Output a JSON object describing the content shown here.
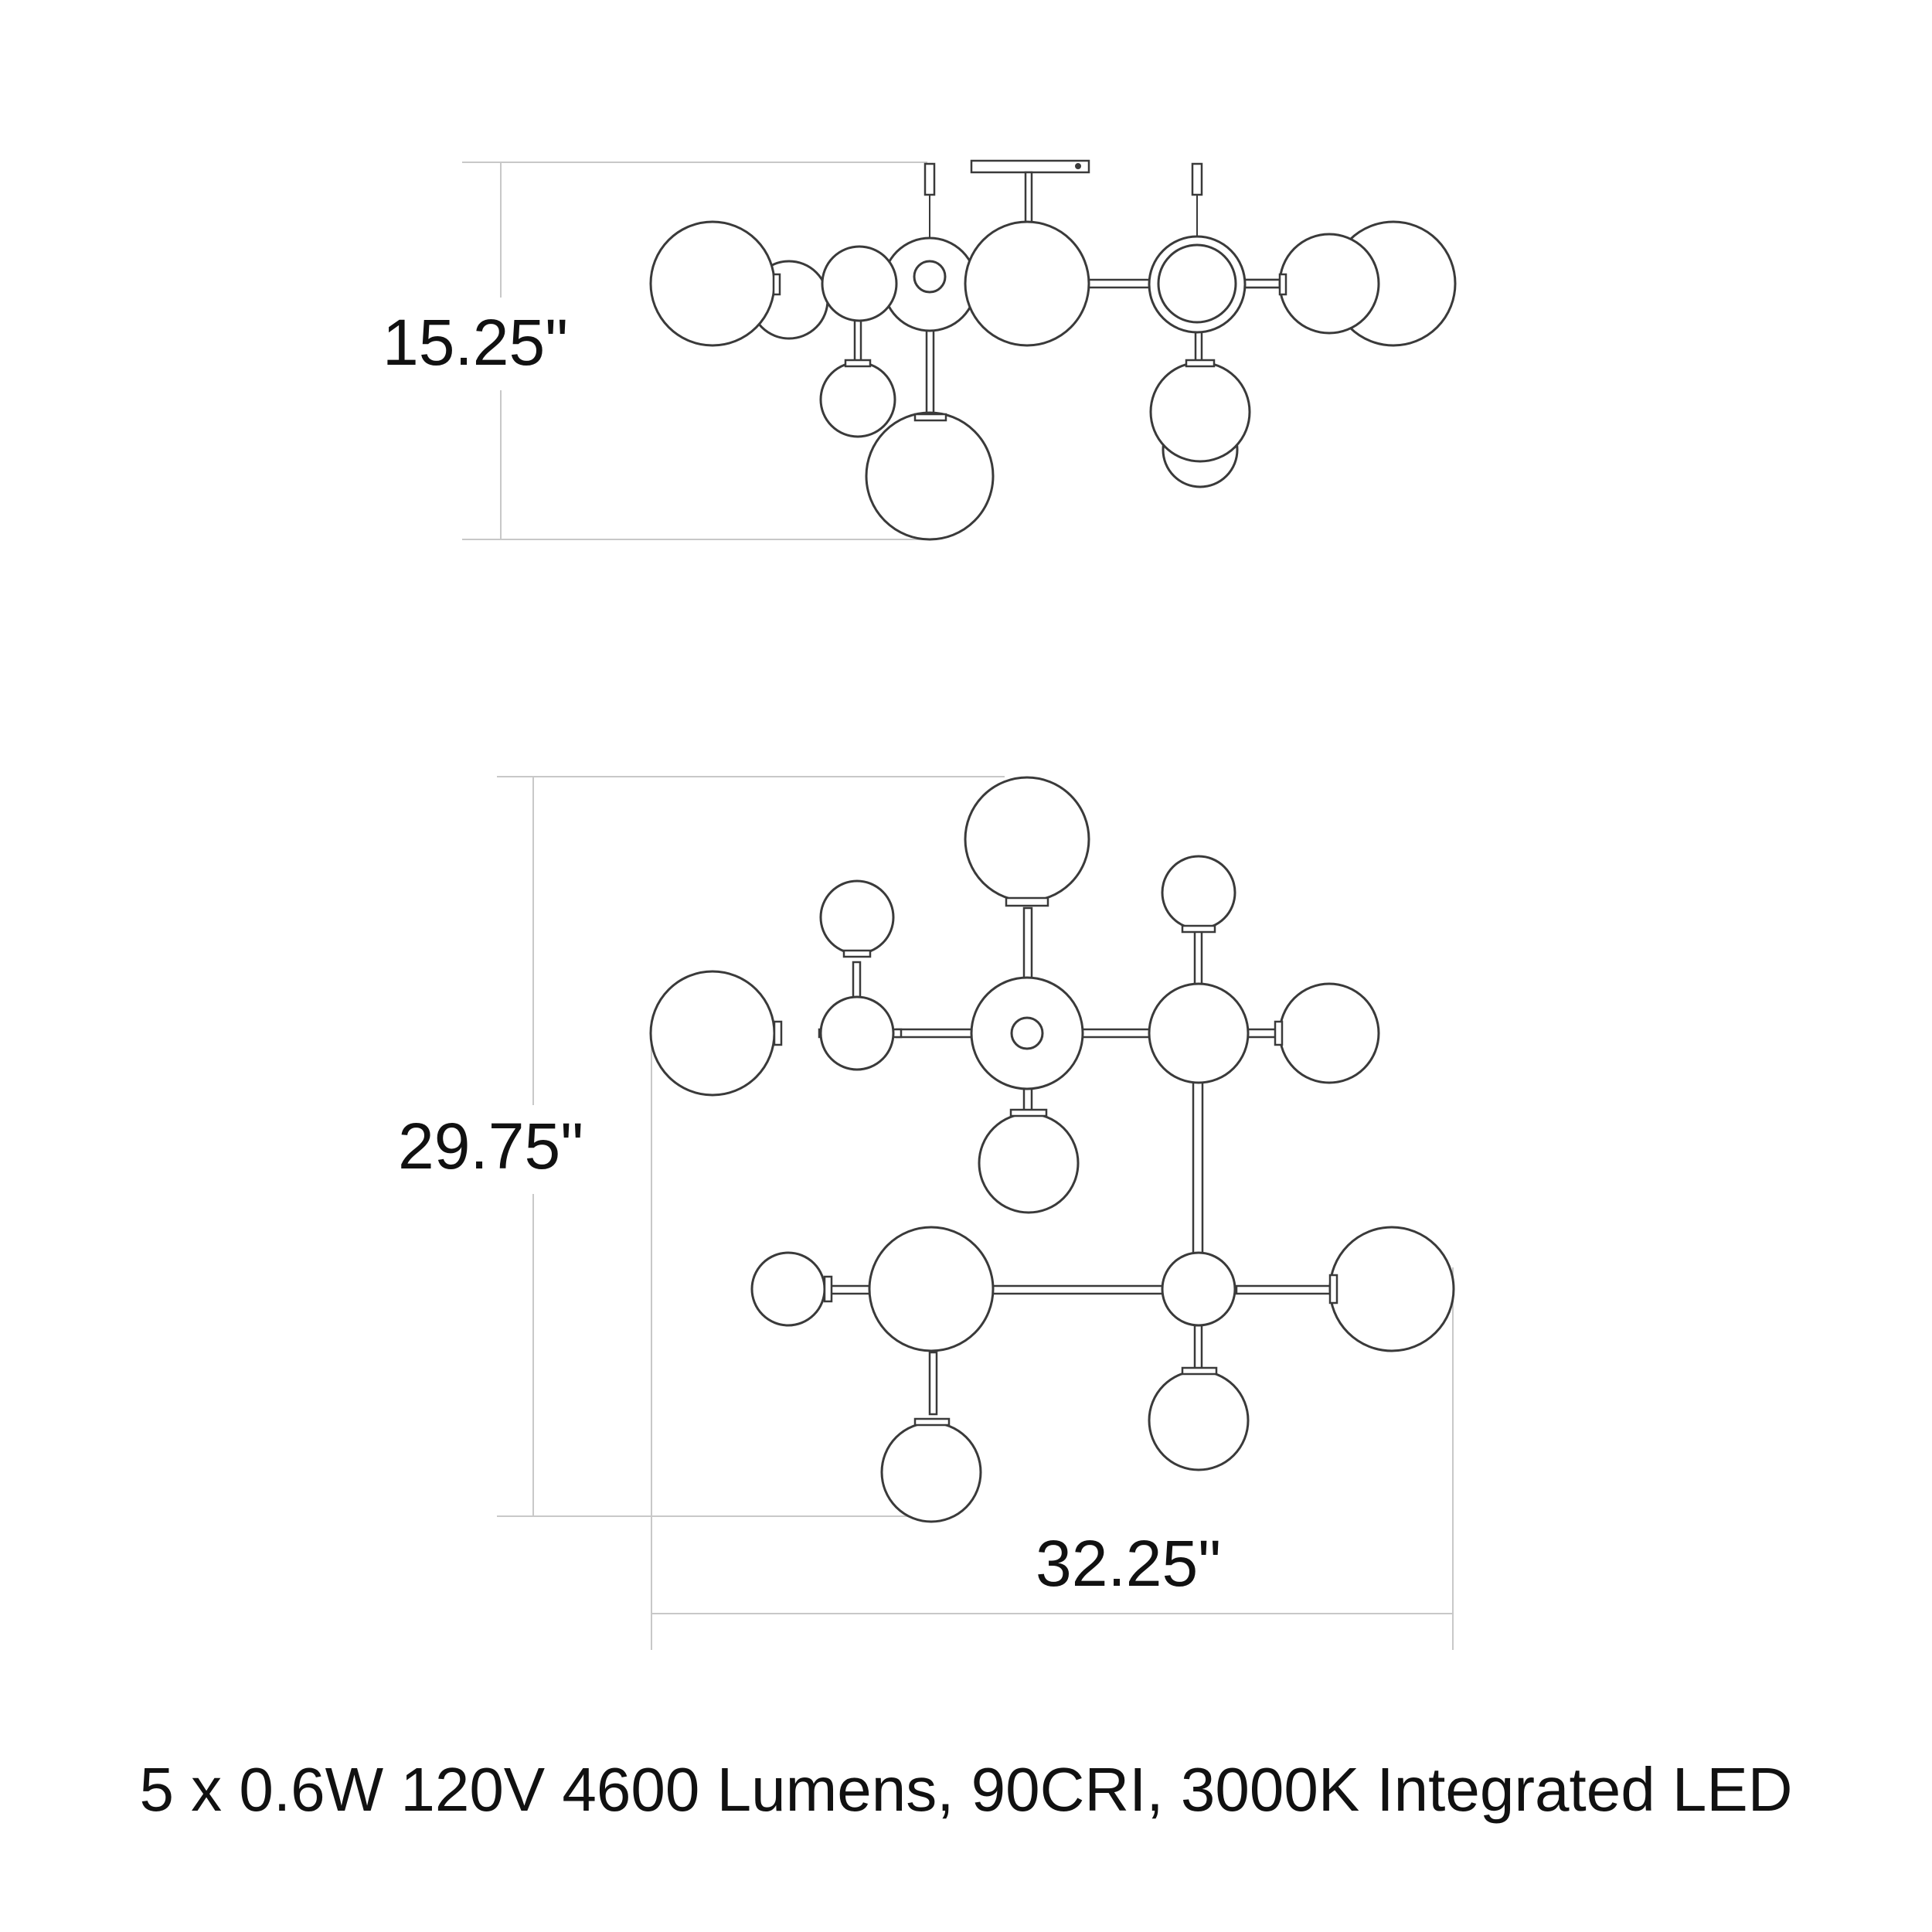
{
  "dimensions": {
    "side_height": "15.25\"",
    "top_depth": "29.75\"",
    "top_width": "32.25\""
  },
  "spec": "5 x 0.6W 120V 4600 Lumens, 90CRI, 3000K Integrated LED"
}
